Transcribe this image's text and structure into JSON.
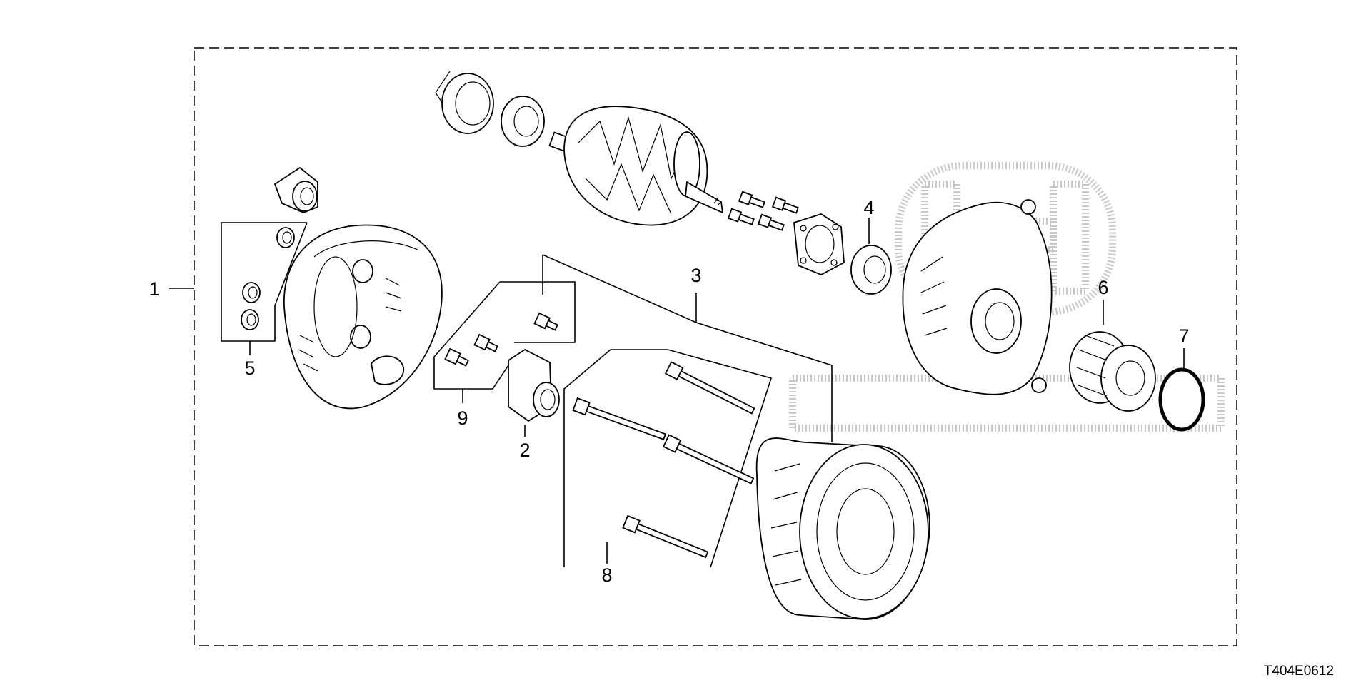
{
  "callouts": {
    "c1": "1",
    "c2": "2",
    "c3": "3",
    "c4": "4",
    "c5": "5",
    "c6": "6",
    "c7": "7",
    "c8": "8",
    "c9": "9"
  },
  "diagram_code": "T404E0612"
}
